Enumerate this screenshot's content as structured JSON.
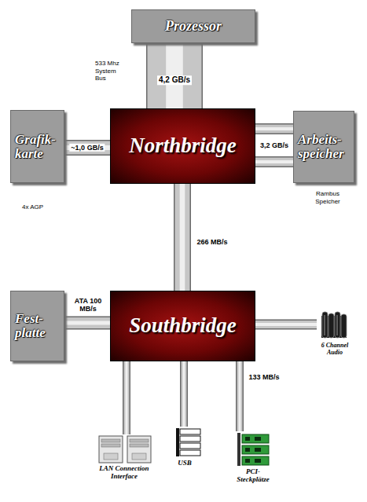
{
  "diagram": {
    "nodes": [
      {
        "text": [
          "Prozessor"
        ]
      },
      {
        "text": [
          "Grafik- karte"
        ]
      },
      {
        "text": [
          "Northbridge"
        ]
      },
      {
        "text": [
          "Arbeits- speicher"
        ]
      },
      {
        "text": [
          "Fest- platte"
        ]
      },
      {
        "text": [
          "Southbridge"
        ]
      },
      {
        "text": [
          "6 Channel Audio"
        ]
      },
      {
        "text": [
          "LAN Connection Interface"
        ]
      },
      {
        "text": [
          "USB"
        ]
      },
      {
        "text": [
          "PCI- Steckplätze"
        ]
      }
    ],
    "edges": [
      {
        "from": 0,
        "to": 2,
        "arrow": "none",
        "label": "4,2 GB/s"
      },
      {
        "from": 1,
        "to": 2,
        "arrow": "none",
        "label": "~1,0 GB/s"
      },
      {
        "from": 2,
        "to": 3,
        "arrow": "none",
        "label": "3,2 GB/s"
      },
      {
        "from": 2,
        "to": 5,
        "arrow": "none",
        "label": "266 MB/s"
      },
      {
        "from": 4,
        "to": 5,
        "arrow": "none",
        "label": "ATA 100 MB/s"
      },
      {
        "from": 5,
        "to": 6,
        "arrow": "none"
      },
      {
        "from": 5,
        "to": 7,
        "arrow": "none"
      },
      {
        "from": 5,
        "to": 8,
        "arrow": "none"
      },
      {
        "from": 5,
        "to": 9,
        "arrow": "none",
        "label": "133 MB/s"
      }
    ],
    "labels": [
      "533 Mhz System Bus",
      "4x AGP",
      "Rambus Speicher"
    ]
  }
}
